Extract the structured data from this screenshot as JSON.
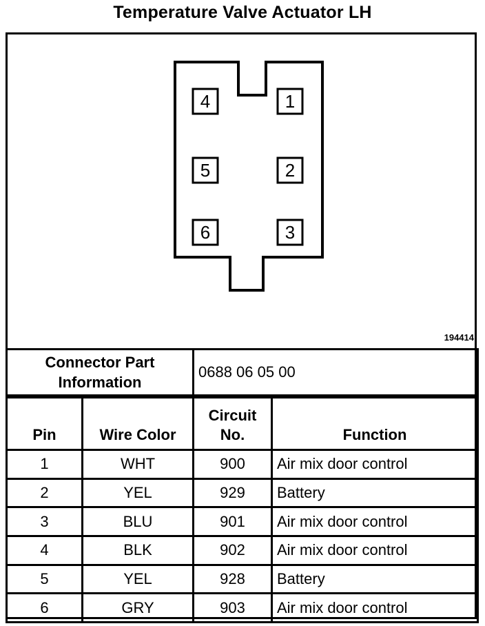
{
  "title": "Temperature Valve Actuator LH",
  "reference_number": "194414",
  "connector": {
    "cavities": [
      {
        "pin": "4",
        "col": 0,
        "row": 0
      },
      {
        "pin": "1",
        "col": 1,
        "row": 0
      },
      {
        "pin": "5",
        "col": 0,
        "row": 1
      },
      {
        "pin": "2",
        "col": 1,
        "row": 1
      },
      {
        "pin": "6",
        "col": 0,
        "row": 2
      },
      {
        "pin": "3",
        "col": 1,
        "row": 2
      }
    ]
  },
  "part_info": {
    "label": "Connector Part Information",
    "value": "0688 06 05 00"
  },
  "table": {
    "headers": {
      "pin": "Pin",
      "wire_color": "Wire Color",
      "circuit_line1": "Circuit",
      "circuit_line2": "No.",
      "function": "Function"
    },
    "rows": [
      {
        "pin": "1",
        "wire_color": "WHT",
        "circuit": "900",
        "function": "Air mix door control"
      },
      {
        "pin": "2",
        "wire_color": "YEL",
        "circuit": "929",
        "function": "Battery"
      },
      {
        "pin": "3",
        "wire_color": "BLU",
        "circuit": "901",
        "function": "Air mix door control"
      },
      {
        "pin": "4",
        "wire_color": "BLK",
        "circuit": "902",
        "function": "Air mix door control"
      },
      {
        "pin": "5",
        "wire_color": "YEL",
        "circuit": "928",
        "function": "Battery"
      },
      {
        "pin": "6",
        "wire_color": "GRY",
        "circuit": "903",
        "function": "Air mix door control"
      }
    ]
  }
}
